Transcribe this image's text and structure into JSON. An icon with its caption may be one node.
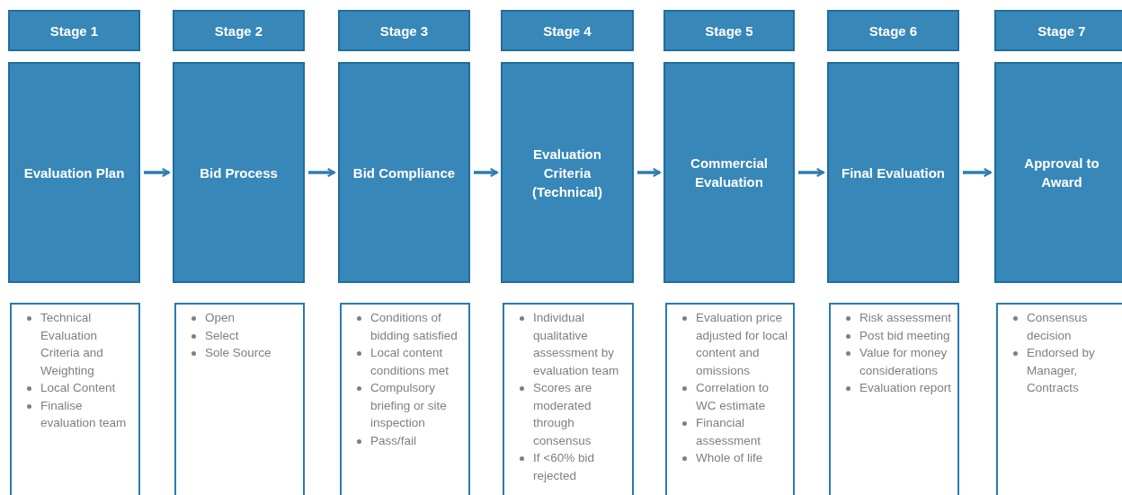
{
  "diagram": {
    "nodes": [
      {
        "text": [
          "Stage 1"
        ]
      },
      {
        "text": [
          "Stage 2"
        ]
      },
      {
        "text": [
          "Stage 3"
        ]
      },
      {
        "text": [
          "Stage 4"
        ]
      },
      {
        "text": [
          "Stage 5"
        ]
      },
      {
        "text": [
          "Stage 6"
        ]
      },
      {
        "text": [
          "Stage 7"
        ]
      },
      {
        "text": [
          "Evaluation Plan"
        ]
      },
      {
        "text": [
          "Bid Process"
        ]
      },
      {
        "text": [
          "Bid Compliance"
        ]
      },
      {
        "text": [
          "Evaluation Criteria (Technical)"
        ]
      },
      {
        "text": [
          "Commercial Evaluation"
        ]
      },
      {
        "text": [
          "Final Evaluation"
        ]
      },
      {
        "text": [
          "Approval to Award"
        ]
      },
      {
        "text": [
          "Technical Evaluation Criteria and Weighting",
          "Local Content",
          "Finalise evaluation team"
        ]
      },
      {
        "text": [
          "Open",
          "Select",
          "Sole Source"
        ]
      },
      {
        "text": [
          "Conditions of bidding satisfied",
          "Local content conditions met",
          "Compulsory briefing or site inspection",
          "Pass/fail"
        ]
      },
      {
        "text": [
          "Individual qualitative assessment by evaluation team",
          "Scores are moderated through consensus",
          "If <60% bid rejected"
        ]
      },
      {
        "text": [
          "Evaluation price adjusted for local content and omissions",
          "Correlation to WC estimate",
          "Financial assessment",
          "Whole of life"
        ]
      },
      {
        "text": [
          "Risk assessment",
          "Post bid meeting",
          "Value for money considerations",
          "Evaluation report"
        ]
      },
      {
        "text": [
          "Consensus decision",
          "Endorsed by Manager, Contracts"
        ]
      }
    ],
    "edges": [
      {
        "from": 7,
        "to": 8,
        "arrow": "to"
      },
      {
        "from": 8,
        "to": 9,
        "arrow": "to"
      },
      {
        "from": 9,
        "to": 10,
        "arrow": "to"
      },
      {
        "from": 10,
        "to": 11,
        "arrow": "to"
      },
      {
        "from": 11,
        "to": 12,
        "arrow": "to"
      },
      {
        "from": 12,
        "to": 13,
        "arrow": "to"
      }
    ]
  }
}
